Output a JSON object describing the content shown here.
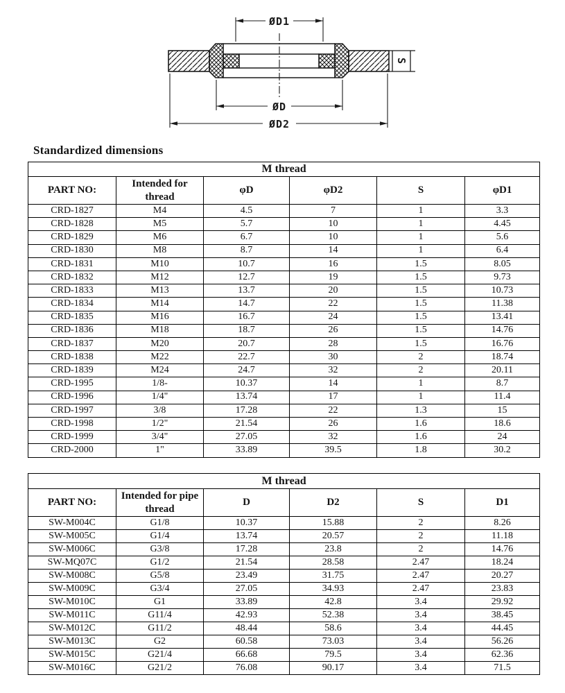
{
  "title": "Standardized dimensions",
  "drawing": {
    "dim_d1": "ØD1",
    "dim_d": "ØD",
    "dim_d2": "ØD2",
    "dim_s": "S"
  },
  "table_m_thread": {
    "group_header": "M thread",
    "columns": [
      "PART NO:",
      "Intended for thread",
      "φD",
      "φD2",
      "S",
      "φD1"
    ],
    "rows": [
      [
        "CRD-1827",
        "M4",
        "4.5",
        "7",
        "1",
        "3.3"
      ],
      [
        "CRD-1828",
        "M5",
        "5.7",
        "10",
        "1",
        "4.45"
      ],
      [
        "CRD-1829",
        "M6",
        "6.7",
        "10",
        "1",
        "5.6"
      ],
      [
        "CRD-1830",
        "M8",
        "8.7",
        "14",
        "1",
        "6.4"
      ],
      [
        "CRD-1831",
        "M10",
        "10.7",
        "16",
        "1.5",
        "8.05"
      ],
      [
        "CRD-1832",
        "M12",
        "12.7",
        "19",
        "1.5",
        "9.73"
      ],
      [
        "CRD-1833",
        "M13",
        "13.7",
        "20",
        "1.5",
        "10.73"
      ],
      [
        "CRD-1834",
        "M14",
        "14.7",
        "22",
        "1.5",
        "11.38"
      ],
      [
        "CRD-1835",
        "M16",
        "16.7",
        "24",
        "1.5",
        "13.41"
      ],
      [
        "CRD-1836",
        "M18",
        "18.7",
        "26",
        "1.5",
        "14.76"
      ],
      [
        "CRD-1837",
        "M20",
        "20.7",
        "28",
        "1.5",
        "16.76"
      ],
      [
        "CRD-1838",
        "M22",
        "22.7",
        "30",
        "2",
        "18.74"
      ],
      [
        "CRD-1839",
        "M24",
        "24.7",
        "32",
        "2",
        "20.11"
      ],
      [
        "CRD-1995",
        "1/8-",
        "10.37",
        "14",
        "1",
        "8.7"
      ],
      [
        "CRD-1996",
        "1/4\"",
        "13.74",
        "17",
        "1",
        "11.4"
      ],
      [
        "CRD-1997",
        "3/8",
        "17.28",
        "22",
        "1.3",
        "15"
      ],
      [
        "CRD-1998",
        "1/2\"",
        "21.54",
        "26",
        "1.6",
        "18.6"
      ],
      [
        "CRD-1999",
        "3/4\"",
        "27.05",
        "32",
        "1.6",
        "24"
      ],
      [
        "CRD-2000",
        "1\"",
        "33.89",
        "39.5",
        "1.8",
        "30.2"
      ]
    ]
  },
  "table_pipe_thread": {
    "group_header": "M thread",
    "columns": [
      "PART NO:",
      "Intended for pipe thread",
      "D",
      "D2",
      "S",
      "D1"
    ],
    "rows": [
      [
        "SW-M004C",
        "G1/8",
        "10.37",
        "15.88",
        "2",
        "8.26"
      ],
      [
        "SW-M005C",
        "G1/4",
        "13.74",
        "20.57",
        "2",
        "11.18"
      ],
      [
        "SW-M006C",
        "G3/8",
        "17.28",
        "23.8",
        "2",
        "14.76"
      ],
      [
        "SW-MQ07C",
        "G1/2",
        "21.54",
        "28.58",
        "2.47",
        "18.24"
      ],
      [
        "SW-M008C",
        "G5/8",
        "23.49",
        "31.75",
        "2.47",
        "20.27"
      ],
      [
        "SW-M009C",
        "G3/4",
        "27.05",
        "34.93",
        "2.47",
        "23.83"
      ],
      [
        "SW-M010C",
        "G1",
        "33.89",
        "42.8",
        "3.4",
        "29.92"
      ],
      [
        "SW-M011C",
        "G11/4",
        "42.93",
        "52.38",
        "3.4",
        "38.45"
      ],
      [
        "SW-M012C",
        "G11/2",
        "48.44",
        "58.6",
        "3.4",
        "44.45"
      ],
      [
        "SW-M013C",
        "G2",
        "60.58",
        "73.03",
        "3.4",
        "56.26"
      ],
      [
        "SW-M015C",
        "G21/4",
        "66.68",
        "79.5",
        "3.4",
        "62.36"
      ],
      [
        "SW-M016C",
        "G21/2",
        "76.08",
        "90.17",
        "3.4",
        "71.5"
      ]
    ]
  }
}
